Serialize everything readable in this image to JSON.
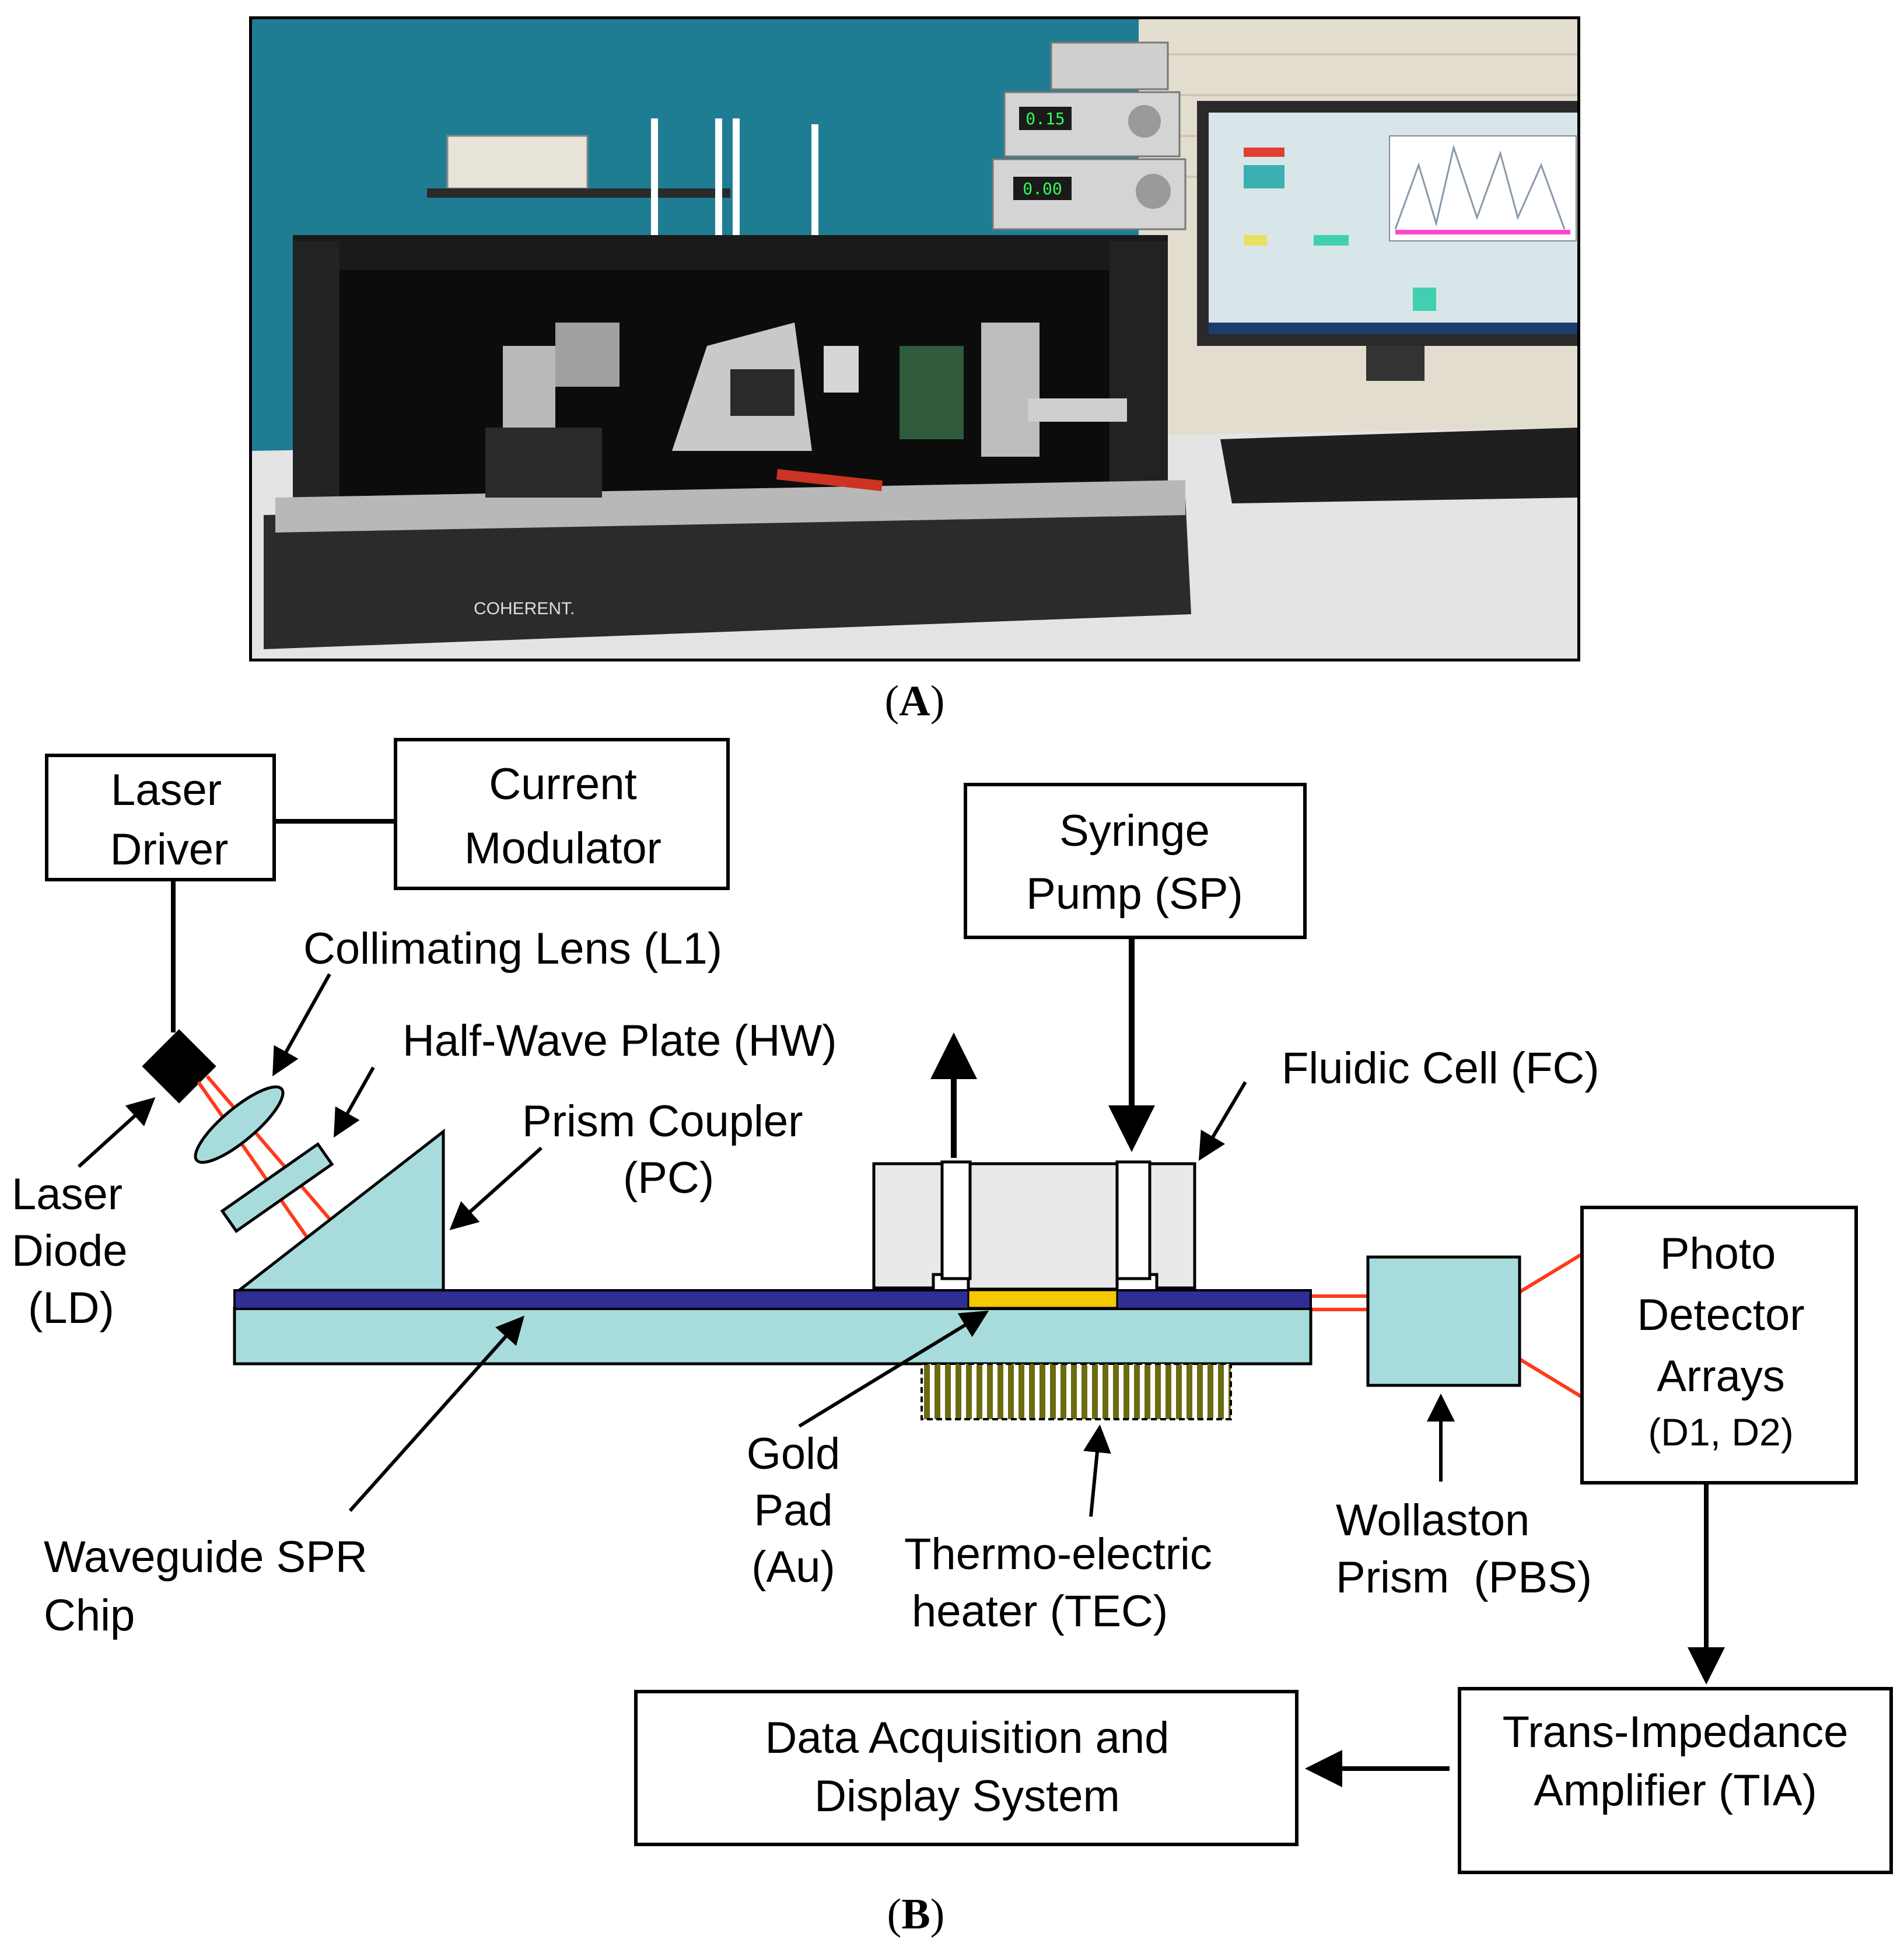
{
  "panel_a": {
    "caption_letter": "A",
    "brand_plate": "COHERENT.",
    "display_left": "0.15",
    "display_right": "0.00"
  },
  "panel_b": {
    "caption_letter": "B",
    "laser_driver": [
      "Laser",
      "Driver"
    ],
    "current_modulator": [
      "Current",
      "Modulator"
    ],
    "syringe_pump": [
      "Syringe",
      "Pump (SP)"
    ],
    "collimating_lens": "Collimating Lens (L1)",
    "half_wave_plate": "Half-Wave Plate (HW)",
    "prism_coupler": [
      "Prism Coupler",
      "(PC)"
    ],
    "fluidic_cell": "Fluidic Cell (FC)",
    "laser_diode": [
      "Laser",
      "Diode",
      "(LD)"
    ],
    "photo_detector": [
      "Photo",
      "Detector",
      "Arrays",
      "(D1, D2)"
    ],
    "gold_pad": [
      "Gold",
      "Pad",
      "(Au)"
    ],
    "tec": [
      "Thermo-electric",
      "heater (TEC)"
    ],
    "wollaston": [
      "Wollaston",
      "Prism  (PBS)"
    ],
    "waveguide_chip": [
      "Waveguide SPR",
      "Chip"
    ],
    "data_acquisition": [
      "Data Acquisition and",
      "Display System"
    ],
    "tia": [
      "Trans-Impedance",
      "Amplifier (TIA)"
    ]
  },
  "colors": {
    "waveguide_core": "#2e2e94",
    "chip_substrate": "#a8dcdc",
    "gold": "#f5c800",
    "tec_stripes": "#6b6b10",
    "laser_beam": "#ff3a1a",
    "fluidic_cell": "#e9e9e9"
  }
}
